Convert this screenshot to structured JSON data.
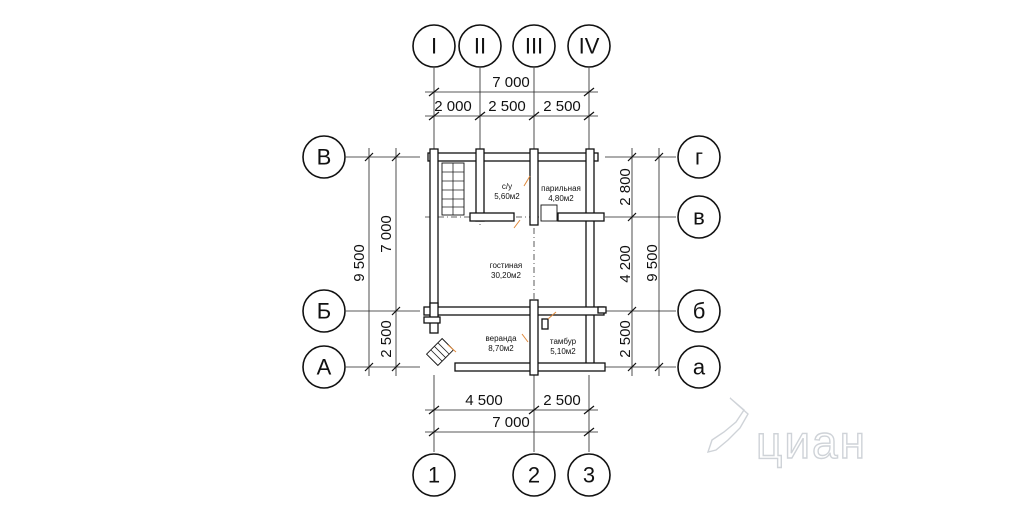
{
  "axes_top": [
    "I",
    "II",
    "III",
    "IV"
  ],
  "axes_bottom": [
    "1",
    "2",
    "3"
  ],
  "axes_left": [
    "В",
    "Б",
    "А"
  ],
  "axes_right": [
    "г",
    "в",
    "б",
    "а"
  ],
  "dims_top": {
    "total": "7 000",
    "parts": [
      "2 000",
      "2 500",
      "2 500"
    ]
  },
  "dims_bottom": {
    "total": "7 000",
    "parts": [
      "4 500",
      "2 500"
    ]
  },
  "dims_left": {
    "total": "9 500",
    "upper": "7 000",
    "lower": "2 500"
  },
  "dims_right": {
    "total": "9 500",
    "parts": [
      "2 800",
      "4 200",
      "2 500"
    ]
  },
  "rooms": {
    "bathroom": {
      "name": "с/у",
      "area": "5,60м2"
    },
    "sauna": {
      "name": "парильная",
      "area": "4,80м2"
    },
    "living": {
      "name": "гостиная",
      "area": "30,20м2"
    },
    "veranda": {
      "name": "веранда",
      "area": "8,70м2"
    },
    "vestibule": {
      "name": "тамбур",
      "area": "5,10м2"
    }
  },
  "watermark": "циан"
}
